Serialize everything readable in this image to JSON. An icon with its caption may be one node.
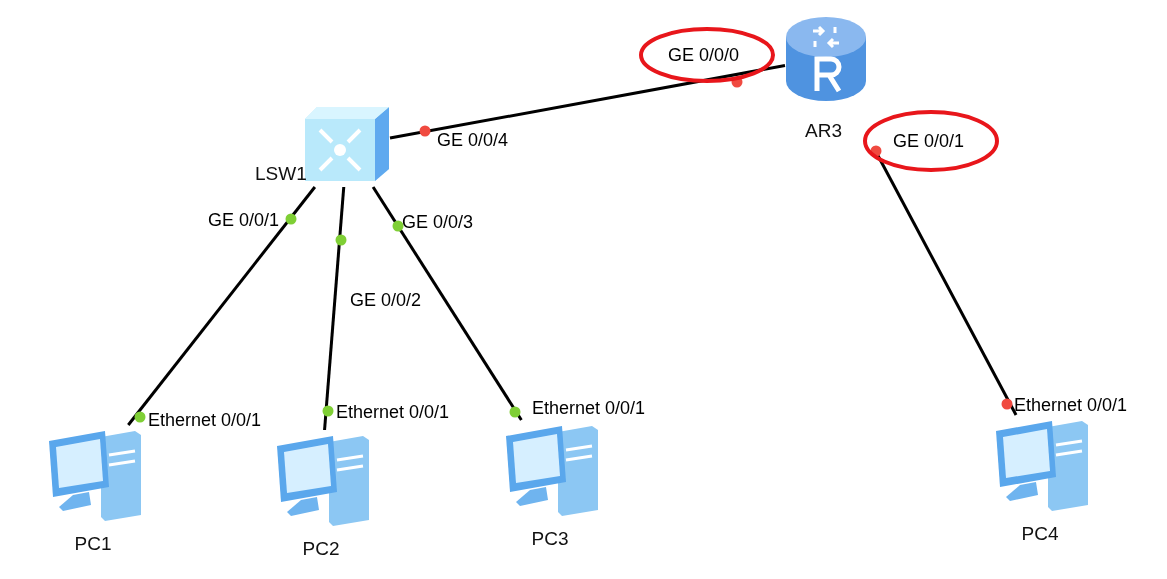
{
  "diagram": {
    "nodes": [
      {
        "text": [
          "LSW1"
        ]
      },
      {
        "text": [
          "AR3"
        ]
      },
      {
        "text": [
          "PC1"
        ]
      },
      {
        "text": [
          "PC2"
        ]
      },
      {
        "text": [
          "PC3"
        ]
      },
      {
        "text": [
          "PC4"
        ]
      }
    ],
    "edges": [
      {
        "from": 0,
        "to": 1,
        "arrow": "none"
      },
      {
        "from": 0,
        "to": 2,
        "arrow": "none"
      },
      {
        "from": 0,
        "to": 3,
        "arrow": "none"
      },
      {
        "from": 0,
        "to": 4,
        "arrow": "none"
      },
      {
        "from": 1,
        "to": 5,
        "arrow": "none"
      }
    ],
    "labels": [
      "GE 0/0/0",
      "GE 0/0/4",
      "GE 0/0/1",
      "GE 0/0/1",
      "GE 0/0/3",
      "GE 0/0/2",
      "Ethernet 0/0/1",
      "Ethernet 0/0/1",
      "Ethernet 0/0/1",
      "Ethernet 0/0/1"
    ]
  }
}
